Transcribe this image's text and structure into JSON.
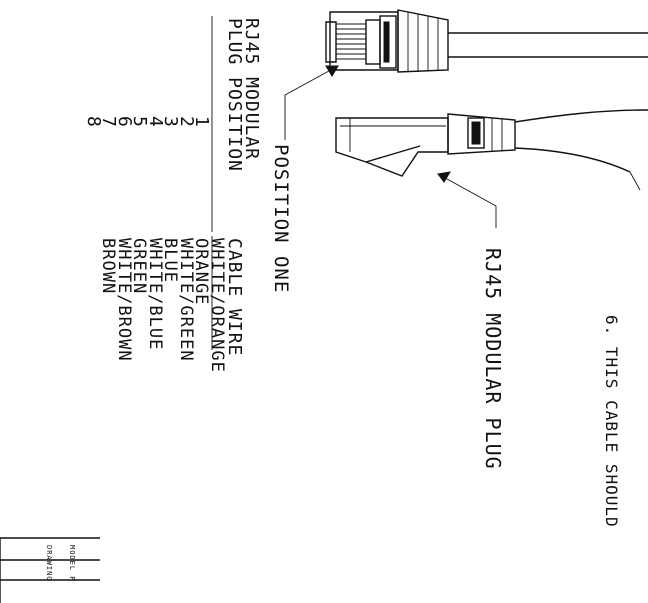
{
  "plug_table": {
    "title_line1": "RJ45 MODULAR",
    "title_line2": "PLUG POSITION",
    "column_header": "CABLE WIRE",
    "positions": [
      "1",
      "2",
      "3",
      "4",
      "5",
      "6",
      "7",
      "8"
    ],
    "wires": [
      "WHITE/ORANGE",
      "ORANGE",
      "WHITE/GREEN",
      "BLUE",
      "WHITE/BLUE",
      "GREEN",
      "WHITE/BROWN",
      "BROWN"
    ]
  },
  "callouts": {
    "position_one": "POSITION ONE",
    "rj45_plug": "RJ45 MODULAR PLUG"
  },
  "note": "6. THIS CABLE SHOULD",
  "title_block": {
    "model_label": "MODEL P",
    "drawing_label": "DRAWING"
  }
}
